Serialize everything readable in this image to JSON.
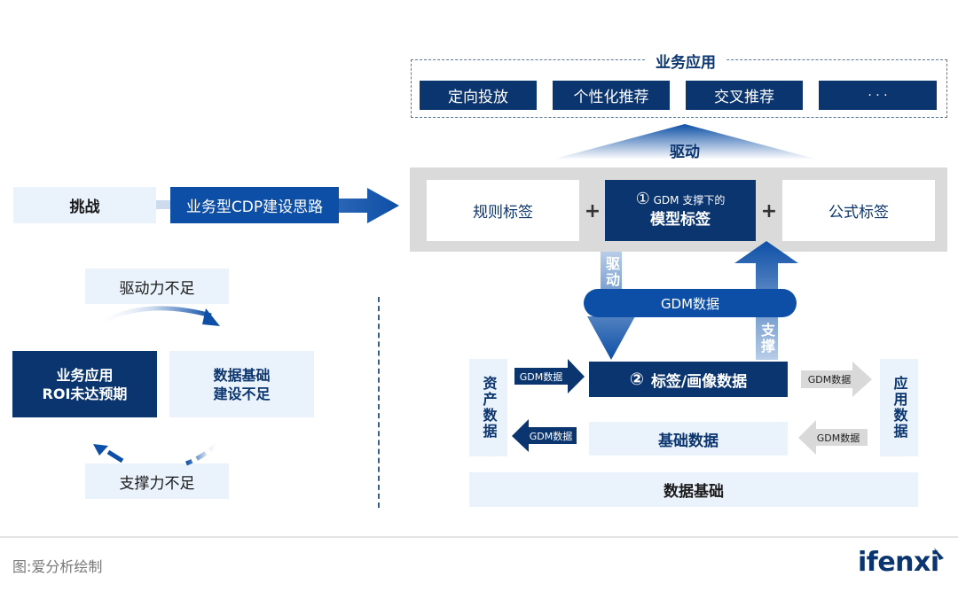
{
  "colors": {
    "navy": "#0b356f",
    "blue": "#0d4fa6",
    "pale_blue": "#eaf2fb",
    "gray_band": "#dadada",
    "gray_arrow": "#d9d9d9",
    "text_dark": "#1a1a1a"
  },
  "left": {
    "challenge_label": "挑战",
    "approach_label": "业务型CDP建设思路",
    "cycle": {
      "top_label": "驱动力不足",
      "left_box": [
        "业务应用",
        "ROI未达预期"
      ],
      "right_box": [
        "数据基础",
        "建设不足"
      ],
      "bottom_label": "支撑力不足"
    }
  },
  "right": {
    "business_apps": {
      "title": "业务应用",
      "items": [
        "定向投放",
        "个性化推荐",
        "交叉推荐",
        "· · ·"
      ]
    },
    "drive_label": "驱动",
    "tags_row": {
      "rule_tags": "规则标签",
      "plus": "+",
      "model_tags_prefix_num": "①",
      "model_tags_prefix": "GDM 支撑下的",
      "model_tags": "模型标签",
      "formula_tags": "公式标签"
    },
    "gdm_pill": "GDM数据",
    "drive_vertical": "驱动",
    "support_vertical": "支撑",
    "tag_profile_num": "②",
    "tag_profile": "标签/画像数据",
    "base_data": "基础数据",
    "asset_data": "资产数据",
    "app_data": "应用数据",
    "arrow_labels": {
      "asset_to_tag": "GDM数据",
      "base_to_asset": "GDM数据",
      "tag_to_app": "GDM数据",
      "app_to_base": "GDM数据"
    },
    "data_foundation": "数据基础"
  },
  "footer": {
    "caption": "图:爱分析绘制",
    "logo": "ifenxi"
  }
}
